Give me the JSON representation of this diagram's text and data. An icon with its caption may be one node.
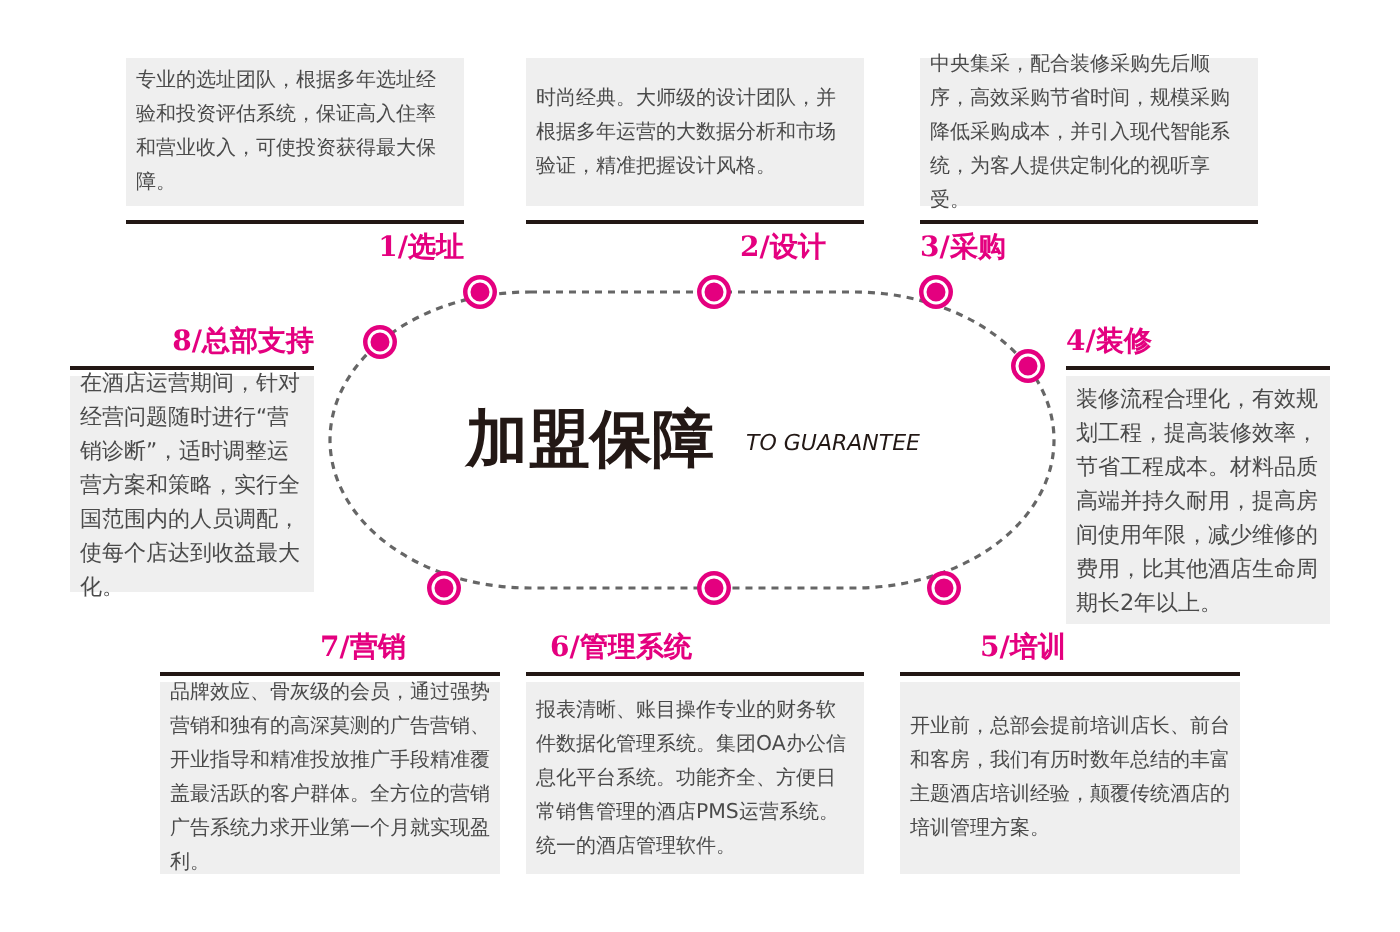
{
  "diagram": {
    "nodes": [
      {
        "text": [
          "加盟保障",
          "TO GUARANTEE"
        ]
      },
      {
        "text": [
          "专业的选址团队，根据多年选址经验和投资评估系统，保证高入住率和营业收入，可使投资获得最大保障。",
          "1/选址"
        ]
      },
      {
        "text": [
          "时尚经典。大师级的设计团队，并根据多年运营的大数据分析和市场验证，精准把握设计风格。",
          "2/设计"
        ]
      },
      {
        "text": [
          "中央集采，配合装修采购先后顺序，高效采购节省时间，规模采购降低采购成本，并引入现代智能系统，为客人提供定制化的视听享受。",
          "3/采购"
        ]
      },
      {
        "text": [
          "8/总部支持",
          "在酒店运营期间，针对经营问题随时进行“营销诊断”，适时调整运营方案和策略，实行全国范围内的人员调配，使每个店达到收益最大化。"
        ]
      },
      {
        "text": [
          "4/装修",
          "装修流程合理化，有效规划工程，提高装修效率，节省工程成本。材料品质高端并持久耐用，提高房间使用年限，减少维修的费用，比其他酒店生命周期长2年以上。"
        ]
      },
      {
        "text": [
          "7/营销",
          "品牌效应、骨灰级的会员，通过强势营销和独有的高深莫测的广告营销、开业指导和精准投放推广手段精准覆盖最活跃的客户群体。全方位的营销广告系统力求开业第一个月就实现盈利。"
        ]
      },
      {
        "text": [
          "6/管理系统",
          "报表清晰、账目操作专业的财务软件数据化管理系统。集团OA办公信息化平台系统。功能齐全、方便日常销售管理的酒店PMS运营系统。统一的酒店管理软件。"
        ]
      },
      {
        "text": [
          "5/培训",
          "开业前，总部会提前培训店长、前台和客房，我们有历时数年总结的丰富主题酒店培训经验，颠覆传统酒店的培训管理方案。"
        ]
      }
    ]
  }
}
